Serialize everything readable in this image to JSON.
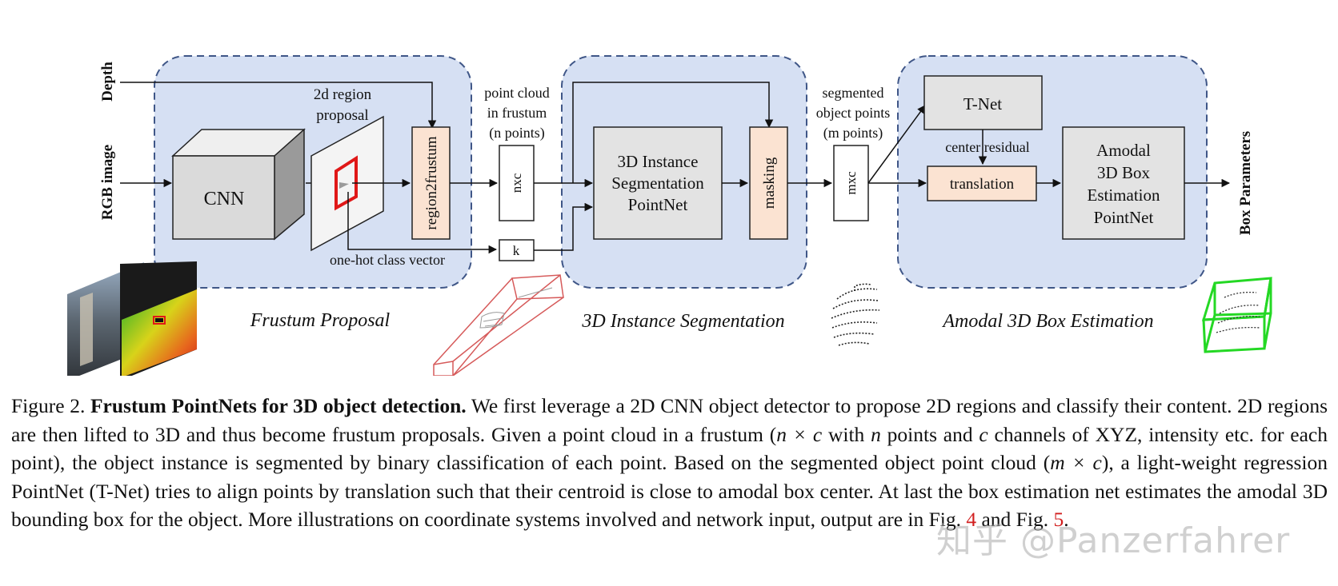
{
  "figure": {
    "inputs": {
      "depth": "Depth",
      "rgb": "RGB image"
    },
    "output": "Box Parameters",
    "stages": {
      "frustum": {
        "title": "Frustum Proposal",
        "cnn": "CNN",
        "proposal": "2d region proposal",
        "region2frustum": "region2frustum",
        "onehot": "one-hot class vector"
      },
      "segmentation": {
        "title": "3D Instance Segmentation",
        "pointnet": "3D Instance Segmentation PointNet",
        "masking": "masking"
      },
      "amodal": {
        "title": "Amodal 3D Box Estimation",
        "tnet": "T-Net",
        "center_residual": "center residual",
        "translation": "translation",
        "box_net": "Amodal 3D Box Estimation PointNet"
      }
    },
    "labels": {
      "point_cloud_1": "point cloud",
      "point_cloud_2": "in frustum",
      "point_cloud_3": "(n points)",
      "nxc": "nxc",
      "k": "k",
      "seg_1": "segmented",
      "seg_2": "object points",
      "seg_3": "(m points)",
      "mxc": "mxc"
    }
  },
  "caption": {
    "figure_label": "Figure 2.",
    "title": "Frustum PointNets for 3D object detection.",
    "body_1": " We first leverage a 2D CNN object detector to propose 2D regions and classify their content. 2D regions are then lifted to 3D and thus become frustum proposals. Given a point cloud in a frustum (",
    "math_1": "n × c",
    "body_2": " with ",
    "math_2": "n",
    "body_3": " points and ",
    "math_3": "c",
    "body_4": " channels of XYZ, intensity etc. for each point), the object instance is segmented by binary classification of each point. Based on the segmented object point cloud (",
    "math_4": "m × c",
    "body_5": "), a light-weight regression PointNet (T-Net) tries to align points by translation such that their centroid is close to amodal box center. At last the box estimation net estimates the amodal 3D bounding box for the object. More illustrations on coordinate systems involved and network input, output are in Fig. ",
    "ref_1": "4",
    "body_6": " and Fig. ",
    "ref_2": "5",
    "body_7": "."
  },
  "watermark": "知乎 @Panzerfahrer",
  "colors": {
    "stage_fill": "#d6e0f3",
    "stage_border": "#3f5687",
    "block_fill": "#e3e3e3",
    "salmon_fill": "#fbe3d2",
    "proposal_red": "#e01818",
    "frustum_red": "#d65a5a",
    "point_green": "#24d824"
  }
}
